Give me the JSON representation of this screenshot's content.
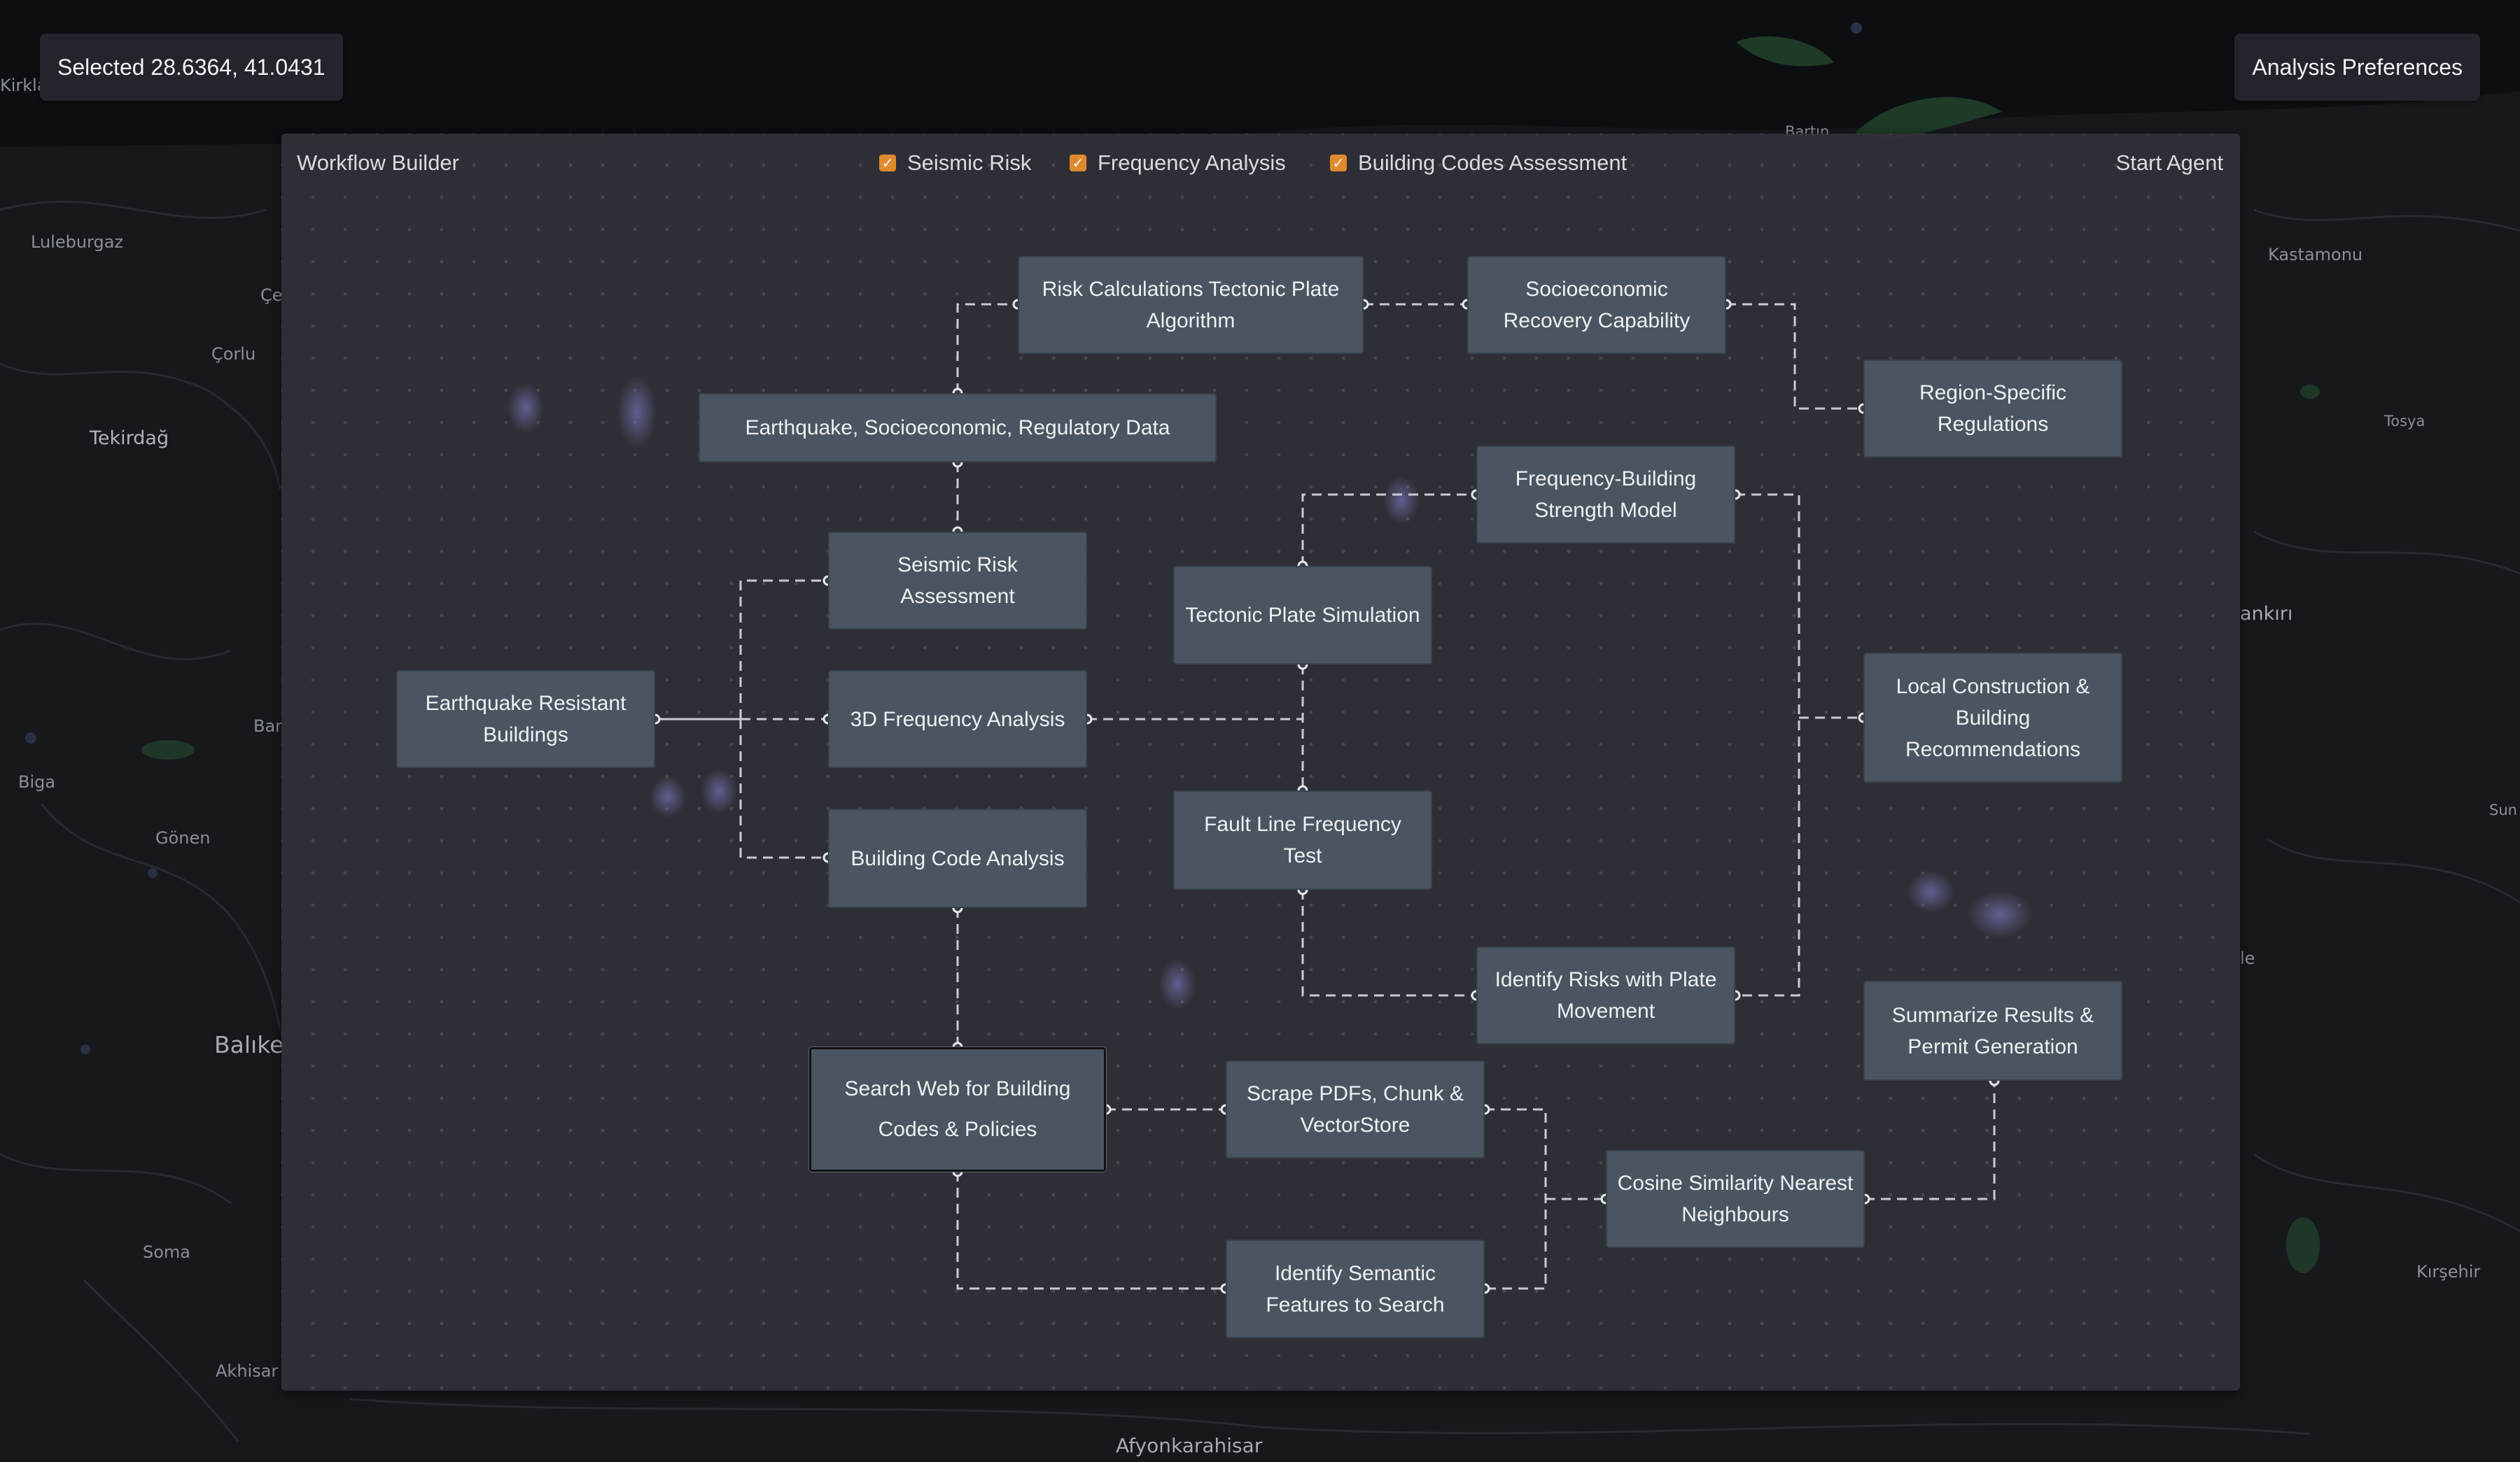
{
  "map": {
    "labels": [
      {
        "id": "kirkla",
        "text": "Kirkla"
      },
      {
        "id": "luleburgaz",
        "text": "Luleburgaz"
      },
      {
        "id": "ce",
        "text": "Çe"
      },
      {
        "id": "corlu",
        "text": "Çorlu"
      },
      {
        "id": "tekirdag",
        "text": "Tekirdağ"
      },
      {
        "id": "bar",
        "text": "Bar"
      },
      {
        "id": "biga",
        "text": "Biga"
      },
      {
        "id": "gonen",
        "text": "Gönen"
      },
      {
        "id": "balikesir",
        "text": "Balıke"
      },
      {
        "id": "soma",
        "text": "Soma"
      },
      {
        "id": "akhisar",
        "text": "Akhisar"
      },
      {
        "id": "afyon",
        "text": "Afyonkarahisar"
      },
      {
        "id": "kastamonu",
        "text": "Kastamonu"
      },
      {
        "id": "tosya",
        "text": "Tosya"
      },
      {
        "id": "cankiri",
        "text": "ankırı"
      },
      {
        "id": "sun",
        "text": "Sun"
      },
      {
        "id": "le",
        "text": "le"
      },
      {
        "id": "kirsehir",
        "text": "Kırşehir"
      },
      {
        "id": "bartin",
        "text": "Bartın"
      }
    ]
  },
  "selection": {
    "label": "Selected 28.6364, 41.0431"
  },
  "preferences": {
    "label": "Analysis Preferences"
  },
  "workflow": {
    "title": "Workflow Builder",
    "start_label": "Start Agent",
    "toggles": [
      {
        "label": "Seismic Risk",
        "checked": true
      },
      {
        "label": "Frequency Analysis",
        "checked": true
      },
      {
        "label": "Building Codes Assessment",
        "checked": true
      }
    ],
    "nodes": [
      {
        "id": "risk-calc",
        "label": "Risk Calculations Tectonic Plate Algorithm"
      },
      {
        "id": "socio-recovery",
        "label": "Socioeconomic Recovery Capability"
      },
      {
        "id": "region-regs",
        "label": "Region-Specific Regulations"
      },
      {
        "id": "eq-data",
        "label": "Earthquake, Socioeconomic, Regulatory Data"
      },
      {
        "id": "freq-building",
        "label": "Frequency-Building Strength Model"
      },
      {
        "id": "seismic-risk",
        "label": "Seismic Risk Assessment"
      },
      {
        "id": "tectonic-sim",
        "label": "Tectonic Plate Simulation"
      },
      {
        "id": "eq-buildings",
        "label": "Earthquake Resistant Buildings"
      },
      {
        "id": "freq-3d",
        "label": "3D Frequency Analysis"
      },
      {
        "id": "local-construction",
        "label": "Local Construction & Building Recommendations"
      },
      {
        "id": "building-code",
        "label": "Building Code Analysis"
      },
      {
        "id": "fault-line",
        "label": "Fault Line Frequency Test"
      },
      {
        "id": "identify-risks",
        "label": "Identify Risks with Plate Movement"
      },
      {
        "id": "summarize",
        "label": "Summarize Results & Permit Generation"
      },
      {
        "id": "search-web",
        "label": "Search Web for Building Codes & Policies"
      },
      {
        "id": "scrape-pdfs",
        "label": "Scrape PDFs, Chunk & VectorStore"
      },
      {
        "id": "cosine",
        "label": "Cosine Similarity Nearest Neighbours"
      },
      {
        "id": "semantic",
        "label": "Identify Semantic Features to Search"
      }
    ]
  },
  "colors": {
    "accent": "#e08a2e",
    "panel": "#303238",
    "node": "#4a5561",
    "edge": "#c8ccd2",
    "map_bg": "#14161a"
  }
}
